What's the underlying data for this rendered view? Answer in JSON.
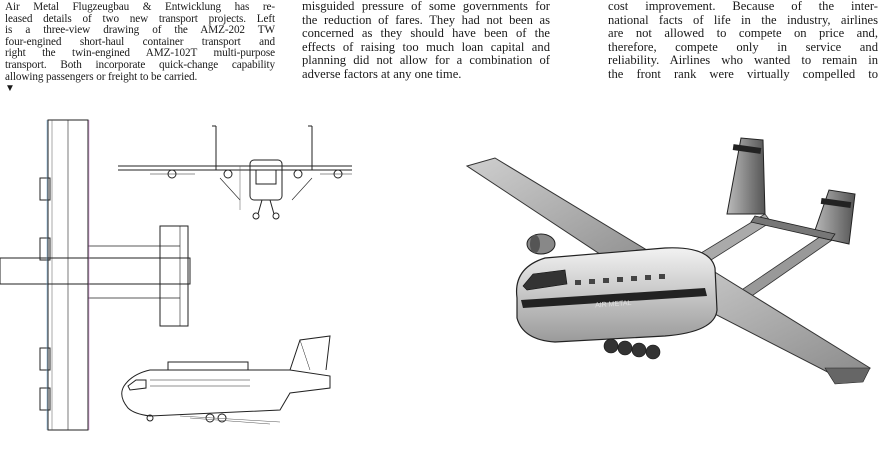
{
  "caption": {
    "lines": [
      "Air Metal Flugzeugbau & Entwicklung has re-",
      "leased details of two new transport projects. Left",
      "is a three-view drawing of the AMZ-202 TW",
      "four-engined short-haul container transport and",
      "right the twin-engined AMZ-102T multi-purpose",
      "transport. Both incorporate quick-change capability",
      "allowing passengers or freight to be carried."
    ],
    "marker": "▼"
  },
  "column2": {
    "lines": [
      "misguided pressure of some governments for",
      "the reduction of fares. They had not been as",
      "concerned as they should have been of the",
      "effects of raising too much loan capital and",
      "planning did not allow for a combination of",
      "adverse factors at any one time."
    ]
  },
  "column3": {
    "lines": [
      "cost improvement. Because of the inter-",
      "national facts of life in the industry, airlines",
      "are not allowed to compete on price and,",
      "therefore, compete only in service and",
      "reliability. Airlines who wanted to remain in",
      "the front rank were virtually compelled to"
    ]
  },
  "photo_livery": "AIR METAL"
}
